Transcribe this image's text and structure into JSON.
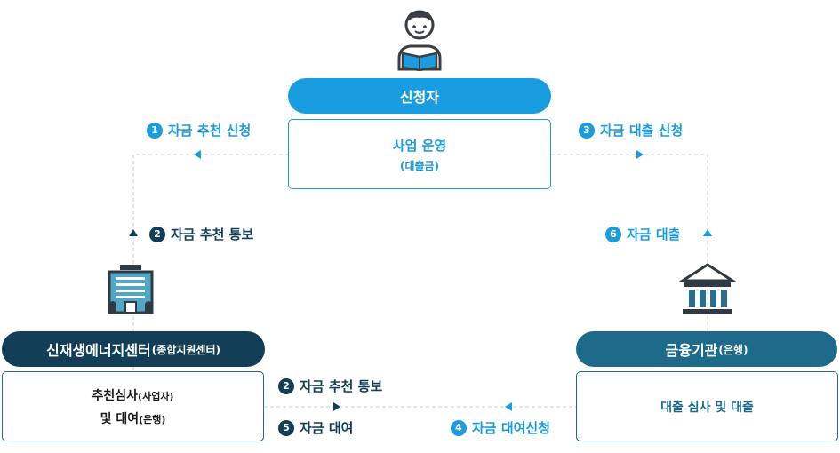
{
  "applicant": {
    "title": "신청자",
    "box_line1": "사업 운영",
    "box_line2": "(대출금)",
    "icon": "person-reading-icon"
  },
  "center": {
    "title": "신재생에너지센터",
    "title_sub": "(종합지원센터)",
    "box_line1_main": "추천심사",
    "box_line1_sub": "(사업자)",
    "box_line2_main": "및 대여",
    "box_line2_sub": "(은행)",
    "icon": "office-building-icon"
  },
  "bank": {
    "title": "금융기관",
    "title_sub": "(은행)",
    "box_text": "대출 심사 및 대출",
    "icon": "bank-building-icon"
  },
  "steps": {
    "s1": {
      "num": "1",
      "label": "자금 추천 신청"
    },
    "s2_left": {
      "num": "2",
      "label": "자금 추천 통보"
    },
    "s3": {
      "num": "3",
      "label": "자금 대출 신청"
    },
    "s6": {
      "num": "6",
      "label": "자금 대출"
    },
    "s2_bottom": {
      "num": "2",
      "label": "자금 추천 통보"
    },
    "s5": {
      "num": "5",
      "label": "자금 대여"
    },
    "s4": {
      "num": "4",
      "label": "자금 대여신청"
    }
  },
  "colors": {
    "blue": "#1a9ce0",
    "navy": "#123f57",
    "teal": "#1d6a8a",
    "connector": "#cfd6dc"
  }
}
